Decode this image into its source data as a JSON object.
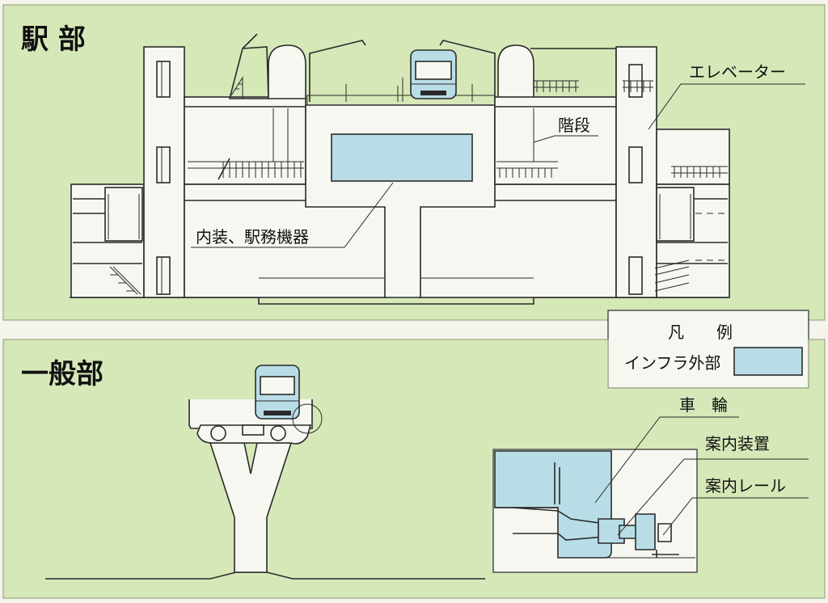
{
  "colors": {
    "panel_background": "#d6e8b8",
    "page_background": "#f4f4ec",
    "infrastructure_fill": "#b9dde6",
    "structure_fill": "#f7f7f2",
    "line": "#2a2a2a"
  },
  "station_section": {
    "title": "駅 部",
    "labels": {
      "elevator": "エレベーター",
      "stairs": "階段",
      "interior": "内装、駅務機器"
    }
  },
  "legend": {
    "title": "凡　　例",
    "item_label": "インフラ外部"
  },
  "general_section": {
    "title": "一般部",
    "labels": {
      "wheel": "車　輪",
      "guide_device": "案内装置",
      "guide_rail": "案内レール"
    }
  }
}
